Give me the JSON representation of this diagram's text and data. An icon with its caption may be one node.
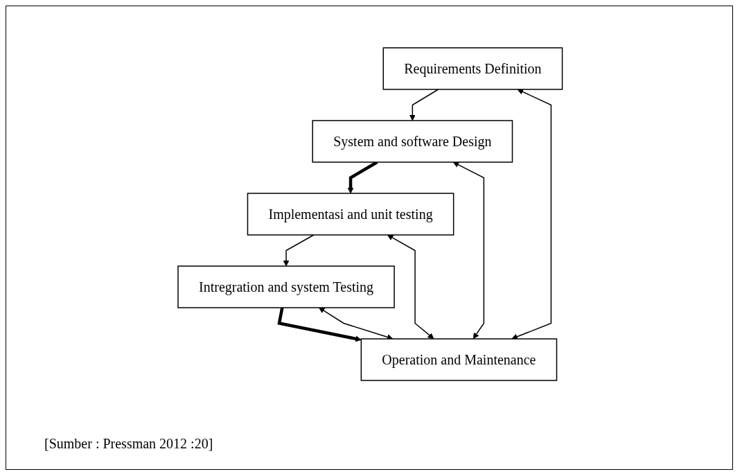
{
  "diagram": {
    "caption": "[Sumber : Pressman 2012 :20]",
    "nodes": [
      {
        "text": [
          "Requirements Definition"
        ]
      },
      {
        "text": [
          "System and software Design"
        ]
      },
      {
        "text": [
          "Implementasi and unit testing"
        ]
      },
      {
        "text": [
          "Intregration and system Testing"
        ]
      },
      {
        "text": [
          "Operation and Maintenance"
        ]
      }
    ],
    "edges": [
      {
        "from": 0,
        "to": 1,
        "arrow": "to"
      },
      {
        "from": 1,
        "to": 2,
        "arrow": "to",
        "style": "thick"
      },
      {
        "from": 2,
        "to": 3,
        "arrow": "to"
      },
      {
        "from": 3,
        "to": 4,
        "arrow": "to",
        "style": "thick"
      },
      {
        "from": 4,
        "to": 0,
        "arrow": "both"
      },
      {
        "from": 4,
        "to": 1,
        "arrow": "both"
      },
      {
        "from": 4,
        "to": 2,
        "arrow": "both"
      },
      {
        "from": 4,
        "to": 3,
        "arrow": "both"
      }
    ]
  }
}
